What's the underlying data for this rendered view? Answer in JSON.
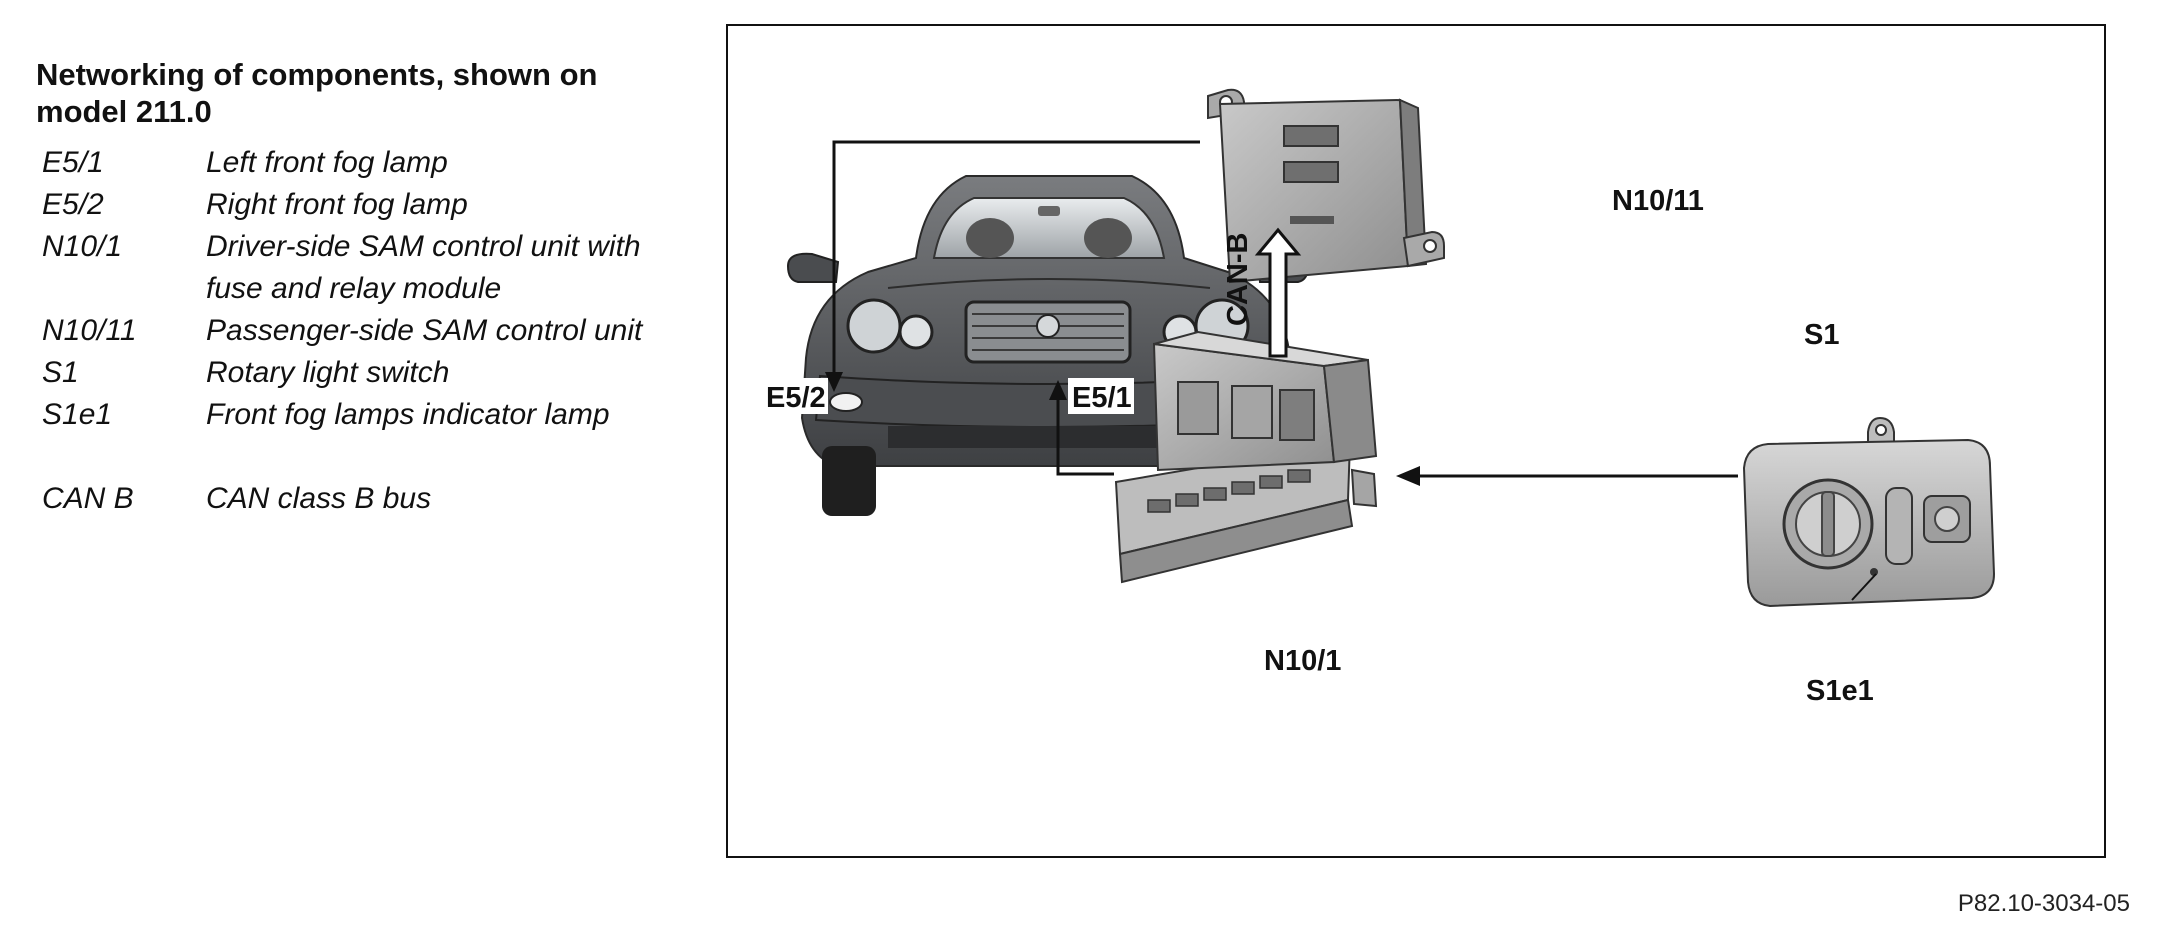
{
  "legend": {
    "title": "Networking of components, shown on model 211.0",
    "items": [
      {
        "code": "E5/1",
        "desc": "Left front fog lamp"
      },
      {
        "code": "E5/2",
        "desc": "Right front fog lamp"
      },
      {
        "code": "N10/1",
        "desc": "Driver-side SAM control unit with fuse and relay module"
      },
      {
        "code": "N10/11",
        "desc": "Passenger-side SAM control unit"
      },
      {
        "code": "S1",
        "desc": "Rotary light switch"
      },
      {
        "code": "S1e1",
        "desc": "Front fog lamps indicator lamp"
      }
    ],
    "bus": {
      "code": "CAN B",
      "desc": "CAN class B bus"
    }
  },
  "diagram": {
    "labels": {
      "e5_2": "E5/2",
      "e5_1": "E5/1",
      "n10_11": "N10/11",
      "n10_1": "N10/1",
      "s1": "S1",
      "s1e1": "S1e1",
      "can_b": "CAN-B"
    }
  },
  "reference": "P82.10-3034-05"
}
